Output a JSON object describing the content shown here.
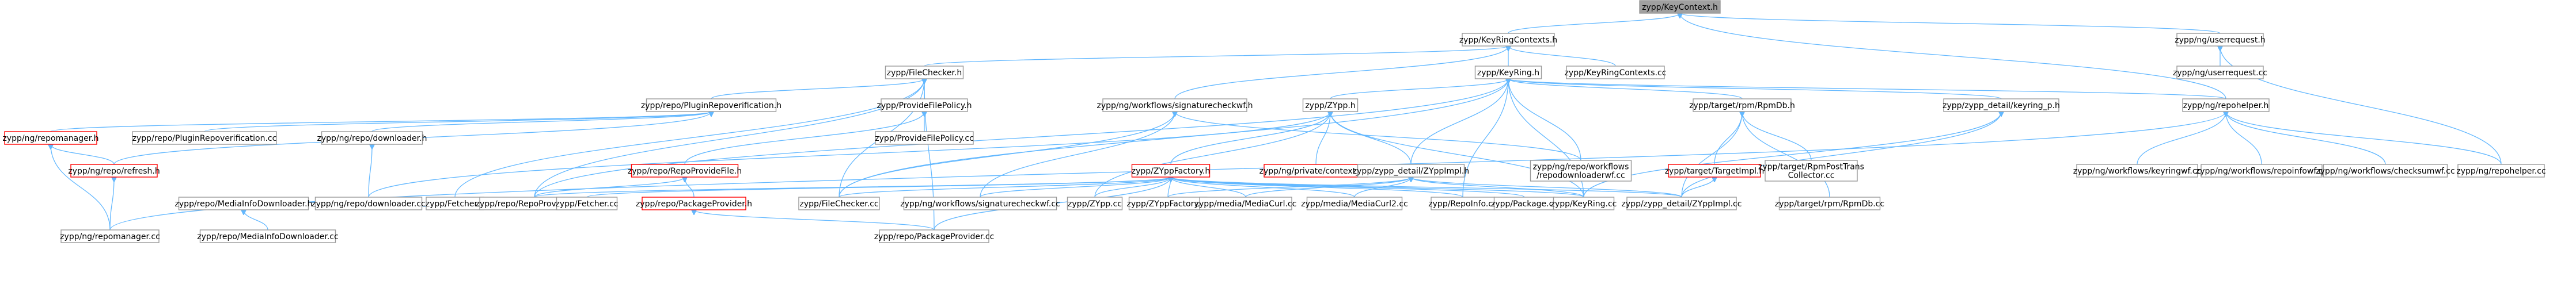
{
  "diagram": {
    "title": "zypp/KeyContext.h",
    "colors": {
      "edge": "#63b8ff",
      "root_fill": "#a0a0a0",
      "node_border": "#999999",
      "red_border": "#ff0000"
    },
    "nodes": [
      {
        "id": "keycontext",
        "label": "zypp/KeyContext.h",
        "root": true
      },
      {
        "id": "keyringcontexts_h",
        "label": "zypp/KeyRingContexts.h"
      },
      {
        "id": "userrequest_h",
        "label": "zypp/ng/userrequest.h"
      },
      {
        "id": "filechecker_h",
        "label": "zypp/FileChecker.h"
      },
      {
        "id": "keyring_h",
        "label": "zypp/KeyRing.h"
      },
      {
        "id": "keyringcontexts_cc",
        "label": "zypp/KeyRingContexts.cc"
      },
      {
        "id": "userrequest_cc",
        "label": "zypp/ng/userrequest.cc"
      },
      {
        "id": "pluginrepoverification_h",
        "label": "zypp/repo/PluginRepoverification.h"
      },
      {
        "id": "providefilepolicy_h",
        "label": "zypp/ProvideFilePolicy.h"
      },
      {
        "id": "signaturecheckwf_h",
        "label": "zypp/ng/workflows/signaturecheckwf.h"
      },
      {
        "id": "zypp_h",
        "label": "zypp/ZYpp.h"
      },
      {
        "id": "rpmdb_h",
        "label": "zypp/target/rpm/RpmDb.h"
      },
      {
        "id": "keyring_p_h",
        "label": "zypp/zypp_detail/keyring_p.h"
      },
      {
        "id": "repohelper_h",
        "label": "zypp/ng/repohelper.h"
      },
      {
        "id": "repomanager_h",
        "label": "zypp/ng/repomanager.h",
        "red": true
      },
      {
        "id": "pluginrepoverification_cc",
        "label": "zypp/repo/PluginRepoverification.cc"
      },
      {
        "id": "repodownloader_h",
        "label": "zypp/ng/repo/downloader.h"
      },
      {
        "id": "fetcher_h",
        "label": "zypp/Fetcher.h"
      },
      {
        "id": "providefilepolicy_cc",
        "label": "zypp/ProvideFilePolicy.cc"
      },
      {
        "id": "repoprovidefile_h",
        "label": "zypp/repo/RepoProvideFile.h",
        "red": true
      },
      {
        "id": "private_context_p_h",
        "label": "zypp/ng/private/context_p.h",
        "red": true
      },
      {
        "id": "zyppfactory_h",
        "label": "zypp/ZYppFactory.h",
        "red": true
      },
      {
        "id": "zyppimpl_h",
        "label": "zypp/zypp_detail/ZYppImpl.h"
      },
      {
        "id": "targetimpl_h",
        "label": "zypp/target/TargetImpl.h",
        "red": true
      },
      {
        "id": "rpmposttrans_cc",
        "label": "zypp/target/RpmPostTrans\nCollector.cc"
      },
      {
        "id": "repodownloaderwf_cc",
        "label": "zypp/ng/repo/workflows\n/repodownloaderwf.cc"
      },
      {
        "id": "keyringwf_cc",
        "label": "zypp/ng/workflows/keyringwf.cc"
      },
      {
        "id": "repoinfowf_cc",
        "label": "zypp/ng/workflows/repoinfowf.cc"
      },
      {
        "id": "checksumwf_cc",
        "label": "zypp/ng/workflows/checksumwf.cc"
      },
      {
        "id": "repohelper_cc",
        "label": "zypp/ng/repohelper.cc"
      },
      {
        "id": "reporefresh_h",
        "label": "zypp/ng/repo/refresh.h",
        "red": true
      },
      {
        "id": "mediainfodownloader_h",
        "label": "zypp/repo/MediaInfoDownloader.h"
      },
      {
        "id": "repodownloader_cc",
        "label": "zypp/ng/repo/downloader.cc"
      },
      {
        "id": "repoprovidefile_cc",
        "label": "zypp/repo/RepoProvideFile.cc"
      },
      {
        "id": "fetcher_cc",
        "label": "zypp/Fetcher.cc"
      },
      {
        "id": "packageprovider_h",
        "label": "zypp/repo/PackageProvider.h",
        "red": true
      },
      {
        "id": "filechecker_cc",
        "label": "zypp/FileChecker.cc"
      },
      {
        "id": "signaturecheckwf_cc",
        "label": "zypp/ng/workflows/signaturecheckwf.cc"
      },
      {
        "id": "zypp_cc",
        "label": "zypp/ZYpp.cc"
      },
      {
        "id": "zyppfactory_cc",
        "label": "zypp/ZYppFactory.cc"
      },
      {
        "id": "mediacurl_cc",
        "label": "zypp/media/MediaCurl.cc"
      },
      {
        "id": "mediacurl2_cc",
        "label": "zypp/media/MediaCurl2.cc"
      },
      {
        "id": "repoinfo_cc",
        "label": "zypp/RepoInfo.cc"
      },
      {
        "id": "package_cc",
        "label": "zypp/Package.cc"
      },
      {
        "id": "keyring_cc",
        "label": "zypp/KeyRing.cc"
      },
      {
        "id": "zyppimpl_cc",
        "label": "zypp/zypp_detail/ZYppImpl.cc"
      },
      {
        "id": "rpmdb_cc",
        "label": "zypp/target/rpm/RpmDb.cc"
      },
      {
        "id": "repomanager_cc",
        "label": "zypp/ng/repomanager.cc"
      },
      {
        "id": "mediainfodownloader_cc",
        "label": "zypp/repo/MediaInfoDownloader.cc"
      },
      {
        "id": "packageprovider_cc",
        "label": "zypp/repo/PackageProvider.cc"
      }
    ],
    "edges": [
      [
        "keycontext",
        "keyringcontexts_h"
      ],
      [
        "keycontext",
        "userrequest_h"
      ],
      [
        "keycontext",
        "repohelper_h"
      ],
      [
        "keyringcontexts_h",
        "filechecker_h"
      ],
      [
        "keyringcontexts_h",
        "keyring_h"
      ],
      [
        "keyringcontexts_h",
        "keyringcontexts_cc"
      ],
      [
        "keyringcontexts_h",
        "signaturecheckwf_h"
      ],
      [
        "userrequest_h",
        "userrequest_cc"
      ],
      [
        "userrequest_h",
        "repohelper_cc"
      ],
      [
        "filechecker_h",
        "pluginrepoverification_h"
      ],
      [
        "filechecker_h",
        "providefilepolicy_h"
      ],
      [
        "filechecker_h",
        "fetcher_h"
      ],
      [
        "filechecker_h",
        "filechecker_cc"
      ],
      [
        "filechecker_h",
        "repoprovidefile_cc"
      ],
      [
        "filechecker_h",
        "packageprovider_cc"
      ],
      [
        "keyring_h",
        "zypp_h"
      ],
      [
        "keyring_h",
        "rpmdb_h"
      ],
      [
        "keyring_h",
        "keyring_p_h"
      ],
      [
        "keyring_h",
        "repohelper_h"
      ],
      [
        "keyring_h",
        "repoinfo_cc"
      ],
      [
        "keyring_h",
        "keyring_cc"
      ],
      [
        "keyring_h",
        "repodownloaderwf_cc"
      ],
      [
        "keyring_h",
        "zyppimpl_h"
      ],
      [
        "keyring_h",
        "repoprovidefile_cc"
      ],
      [
        "keyring_h",
        "filechecker_cc"
      ],
      [
        "pluginrepoverification_h",
        "repomanager_h"
      ],
      [
        "pluginrepoverification_h",
        "pluginrepoverification_cc"
      ],
      [
        "pluginrepoverification_h",
        "repodownloader_h"
      ],
      [
        "pluginrepoverification_h",
        "reporefresh_h"
      ],
      [
        "providefilepolicy_h",
        "providefilepolicy_cc"
      ],
      [
        "providefilepolicy_h",
        "repoprovidefile_h"
      ],
      [
        "signaturecheckwf_h",
        "signaturecheckwf_cc"
      ],
      [
        "signaturecheckwf_h",
        "repodownloaderwf_cc"
      ],
      [
        "signaturecheckwf_h",
        "filechecker_cc"
      ],
      [
        "zypp_h",
        "zyppfactory_h"
      ],
      [
        "zypp_h",
        "private_context_p_h"
      ],
      [
        "zypp_h",
        "zyppimpl_h"
      ],
      [
        "zypp_h",
        "zypp_cc"
      ],
      [
        "zypp_h",
        "repodownloader_cc"
      ],
      [
        "zypp_h",
        "keyring_cc"
      ],
      [
        "rpmdb_h",
        "targetimpl_h"
      ],
      [
        "rpmdb_h",
        "rpmposttrans_cc"
      ],
      [
        "rpmdb_h",
        "rpmdb_cc"
      ],
      [
        "rpmdb_h",
        "zyppimpl_cc"
      ],
      [
        "keyring_p_h",
        "keyring_cc"
      ],
      [
        "keyring_p_h",
        "zyppimpl_cc"
      ],
      [
        "repohelper_h",
        "keyringwf_cc"
      ],
      [
        "repohelper_h",
        "repoinfowf_cc"
      ],
      [
        "repohelper_h",
        "checksumwf_cc"
      ],
      [
        "repohelper_h",
        "repohelper_cc"
      ],
      [
        "repohelper_h",
        "repomanager_cc"
      ],
      [
        "repomanager_h",
        "reporefresh_h"
      ],
      [
        "repomanager_h",
        "repomanager_cc"
      ],
      [
        "repodownloader_h",
        "repodownloader_cc"
      ],
      [
        "fetcher_h",
        "mediainfodownloader_h"
      ],
      [
        "fetcher_h",
        "fetcher_cc"
      ],
      [
        "fetcher_h",
        "repoprovidefile_cc"
      ],
      [
        "repoprovidefile_h",
        "packageprovider_h"
      ],
      [
        "repoprovidefile_h",
        "repoprovidefile_cc"
      ],
      [
        "zyppfactory_h",
        "zyppfactory_cc"
      ],
      [
        "zyppfactory_h",
        "mediacurl_cc"
      ],
      [
        "zyppfactory_h",
        "mediacurl2_cc"
      ],
      [
        "zyppfactory_h",
        "repoinfo_cc"
      ],
      [
        "zyppfactory_h",
        "package_cc"
      ],
      [
        "zyppfactory_h",
        "zypp_cc"
      ],
      [
        "zyppfactory_h",
        "signaturecheckwf_cc"
      ],
      [
        "zyppfactory_h",
        "filechecker_cc"
      ],
      [
        "zyppfactory_h",
        "fetcher_cc"
      ],
      [
        "zyppfactory_h",
        "repoprovidefile_cc"
      ],
      [
        "zyppfactory_h",
        "packageprovider_cc"
      ],
      [
        "zyppfactory_h",
        "keyring_cc"
      ],
      [
        "zyppfactory_h",
        "zyppimpl_cc"
      ],
      [
        "zyppimpl_h",
        "zyppfactory_cc"
      ],
      [
        "zyppimpl_h",
        "zyppimpl_cc"
      ],
      [
        "zyppimpl_h",
        "mediacurl_cc"
      ],
      [
        "zyppimpl_h",
        "mediacurl2_cc"
      ],
      [
        "zyppimpl_h",
        "keyring_cc"
      ],
      [
        "targetimpl_h",
        "zyppimpl_cc"
      ],
      [
        "reporefresh_h",
        "repomanager_cc"
      ],
      [
        "mediainfodownloader_h",
        "mediainfodownloader_cc"
      ],
      [
        "packageprovider_h",
        "packageprovider_cc"
      ]
    ]
  }
}
